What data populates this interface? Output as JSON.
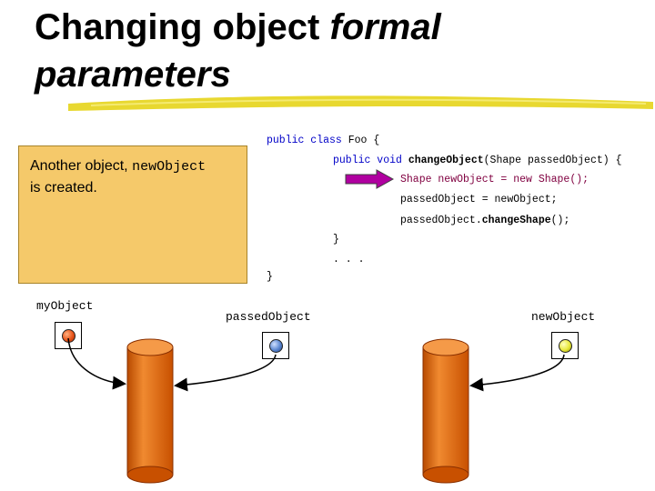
{
  "slide": {
    "title_bold": "Changing object ",
    "title_italic": "formal",
    "title_line2": "parameters"
  },
  "code": {
    "line1_kw": "public class",
    "line1_rest": " Foo {",
    "line2_kw": "public void",
    "line2_method": " changeObject",
    "line2_rest": "(Shape passedObject) {",
    "line3": "Shape newObject = new Shape();",
    "line4": "passedObject = newObject;",
    "line5_pre": "passedObject.",
    "line5_method": "changeShape",
    "line5_post": "();",
    "line6": "}",
    "line7": ". . .",
    "line8": "}"
  },
  "callout": {
    "text_before": "Another object, ",
    "text_mono": "newObject",
    "text_after": "is created."
  },
  "variables": {
    "myobject_label": "myObject",
    "passedobject_label": "passedObject",
    "newobject_label": "newObject"
  },
  "colors": {
    "callout_fill": "#f5c96a",
    "cylinder": "#e06a10",
    "myobject_dot": "#e8541a",
    "passedobject_dot": "#5a86d0",
    "newobject_dot": "#e8e83a",
    "pointer_arrow": "#b000a0"
  }
}
